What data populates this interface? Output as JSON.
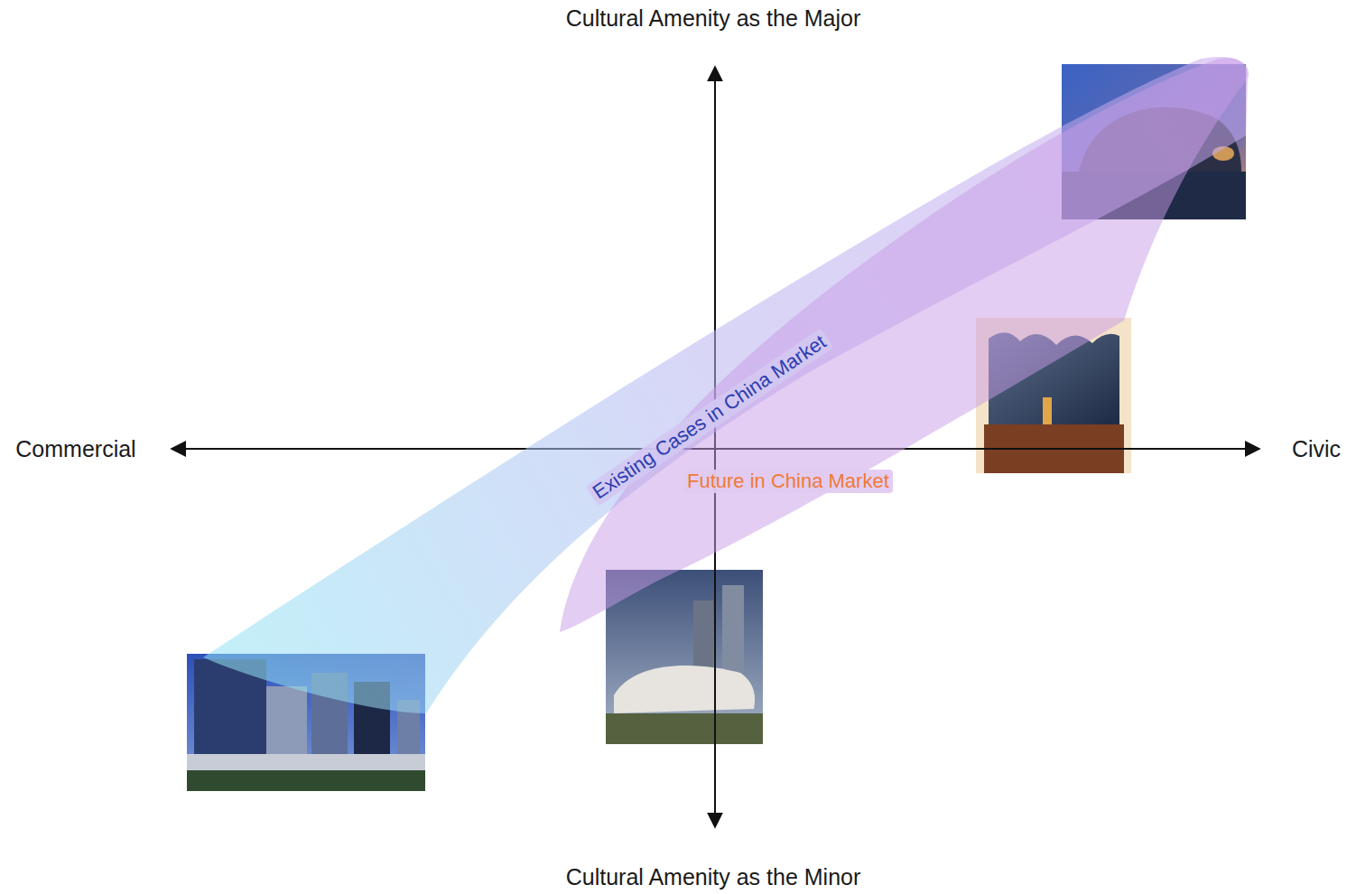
{
  "diagram": {
    "nodes": [
      {
        "text": [
          "Existing Cases in China Market"
        ]
      },
      {
        "text": [
          "Future in China Market"
        ]
      }
    ],
    "labels": [
      "Cultural Amenity as the Major",
      "Commercial",
      "Civic",
      "Cultural Amenity as the Minor"
    ]
  }
}
